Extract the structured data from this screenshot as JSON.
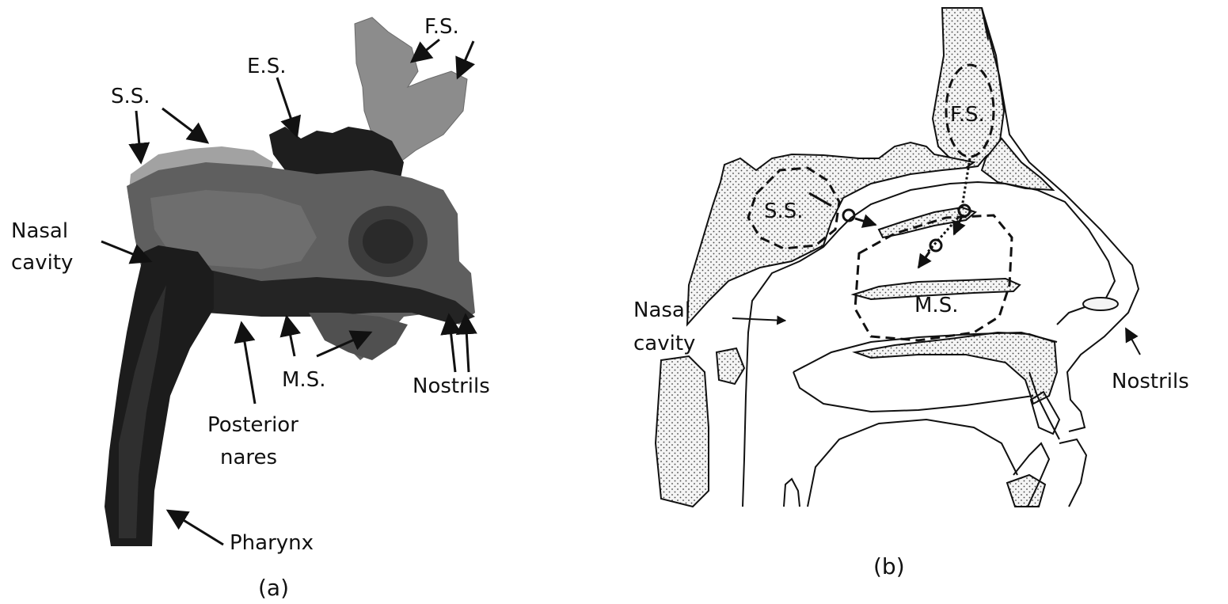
{
  "panel_a": {
    "caption": "(a)",
    "labels": {
      "fs": "F.S.",
      "es": "E.S.",
      "ss": "S.S.",
      "nasal_cavity_1": "Nasal",
      "nasal_cavity_2": "cavity",
      "ms": "M.S.",
      "nostrils": "Nostrils",
      "posterior_1": "Posterior",
      "posterior_2": "nares",
      "pharynx": "Pharynx"
    }
  },
  "panel_b": {
    "caption": "(b)",
    "labels": {
      "fs": "F.S.",
      "ss": "S.S.",
      "ms": "M.S.",
      "nasal_cavity_1": "Nasal",
      "nasal_cavity_2": "cavity",
      "nostrils": "Nostrils"
    }
  },
  "colors": {
    "dark_tissue": "#1e1e1e",
    "mid_tissue": "#5a5a5a",
    "light_tissue": "#8e8e8e",
    "stipple_fill": "#f2f2f2",
    "line": "#111111"
  }
}
